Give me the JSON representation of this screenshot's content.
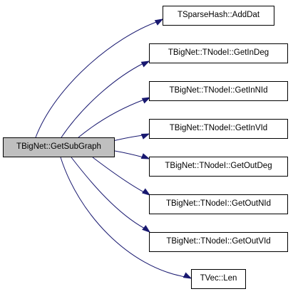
{
  "source_function": "TBigNet::GetSubGraph",
  "callees": [
    "TSparseHash::AddDat",
    "TBigNet::TNodeI::GetInDeg",
    "TBigNet::TNodeI::GetInNId",
    "TBigNet::TNodeI::GetInVId",
    "TBigNet::TNodeI::GetOutDeg",
    "TBigNet::TNodeI::GetOutNId",
    "TBigNet::TNodeI::GetOutVId",
    "TVec::Len"
  ],
  "colors": {
    "edge": "#191970",
    "root_fill": "#bfbfbf",
    "node_fill": "#ffffff",
    "border": "#000000"
  }
}
